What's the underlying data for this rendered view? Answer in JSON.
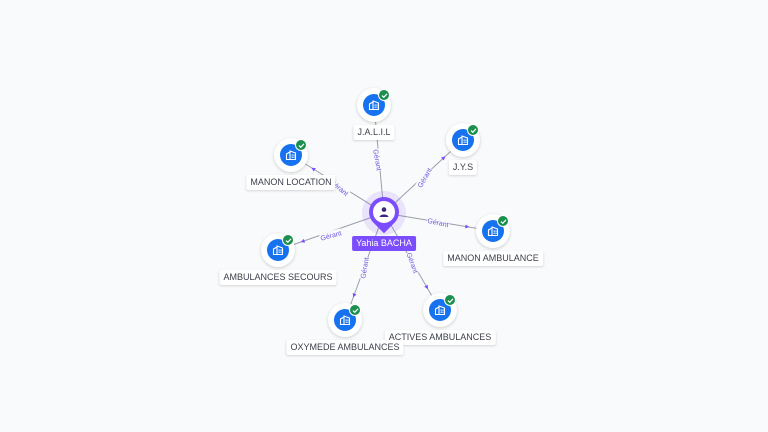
{
  "colors": {
    "person": "#7c4dff",
    "company_icon": "#1672ef",
    "verified": "#1c8f4f",
    "edge": "#9aa0ab",
    "edge_label": "#6f55e0"
  },
  "center": {
    "name": "Yahia BACHA",
    "icon": "person-icon"
  },
  "companies": [
    {
      "name": "J.A.L.I.L",
      "relation": "Gérant",
      "icon": "building-icon",
      "verified_icon": "check-icon"
    },
    {
      "name": "J.Y.S",
      "relation": "Gérant",
      "icon": "building-icon",
      "verified_icon": "check-icon"
    },
    {
      "name": "MANON AMBULANCE",
      "relation": "Gérant",
      "icon": "building-icon",
      "verified_icon": "check-icon"
    },
    {
      "name": "ACTIVES AMBULANCES",
      "relation": "Gérant",
      "icon": "building-icon",
      "verified_icon": "check-icon"
    },
    {
      "name": "OXYMEDE AMBULANCES",
      "relation": "Gérant",
      "icon": "building-icon",
      "verified_icon": "check-icon"
    },
    {
      "name": "AMBULANCES SECOURS",
      "relation": "Gérant",
      "icon": "building-icon",
      "verified_icon": "check-icon"
    },
    {
      "name": "MANON LOCATION",
      "relation": "Gérant",
      "icon": "building-icon",
      "verified_icon": "check-icon"
    }
  ]
}
